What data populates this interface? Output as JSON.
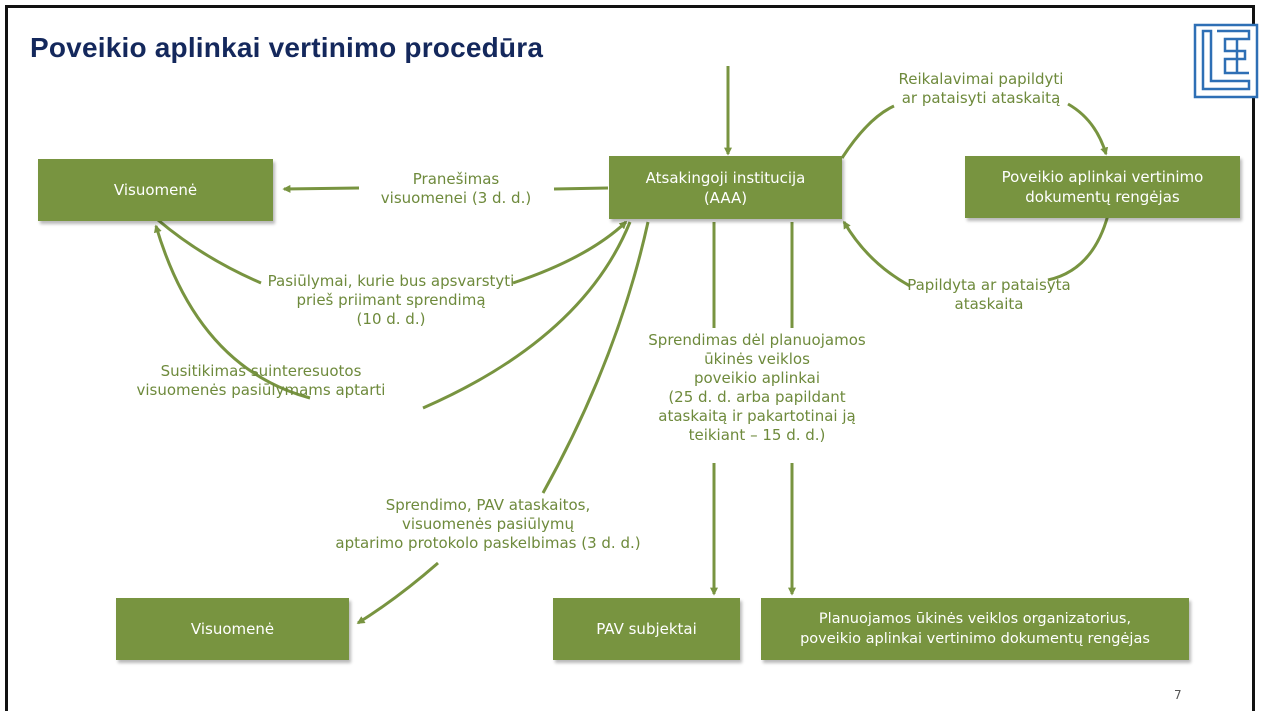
{
  "slide": {
    "title": "Poveikio aplinkai vertinimo procedūra",
    "logo": {
      "name": "LEI logo",
      "color": "#2e6fb5"
    },
    "page_number": "7",
    "accent_color": "#789440",
    "label_color": "#6e8a3c"
  },
  "nodes": {
    "aaa": "Atsakingoji institucija\n(AAA)",
    "visuomene_top": "Visuomenė",
    "rengejas": "Poveikio aplinkai vertinimo\ndokumentų rengėjas",
    "visuomene_bottom": "Visuomenė",
    "pav_subjektai": "PAV subjektai",
    "organizatorius": "Planuojamos ūkinės veiklos organizatorius,\npoveikio aplinkai vertinimo dokumentų rengėjas"
  },
  "edges": {
    "pranesimas": "Pranešimas\nvisuomenei (3 d. d.)",
    "reikalavimai": "Reikalavimai papildyti\nar pataisyti ataskaitą",
    "papildyta": "Papildyta ar pataisyta\nataskaita",
    "pasiulymai": "Pasiūlymai, kurie bus apsvarstyti\nprieš priimant sprendimą\n(10 d. d.)",
    "susitikimas": "Susitikimas suinteresuotos\nvisuomenės pasiūlymams aptarti",
    "sprendimas": "Sprendimas dėl planuojamos\nūkinės veiklos\npoveikio aplinkai\n(25 d. d. arba papildant\nataskaitą ir pakartotinai ją\nteikiant – 15 d. d.)",
    "paskelbimas": "Sprendimo, PAV ataskaitos,\nvisuomenės pasiūlymų\naptarimo protokolo paskelbimas (3 d. d.)"
  }
}
